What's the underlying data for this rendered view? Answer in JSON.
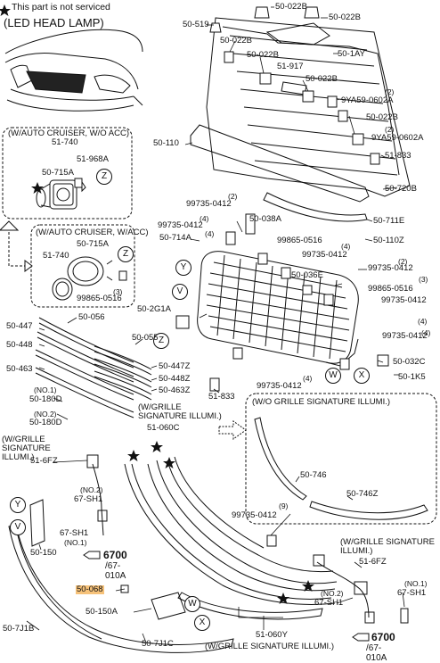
{
  "header": {
    "star_icon": "star-icon",
    "note": "This part is not serviced",
    "title": "(LED HEAD LAMP)"
  },
  "callout_letters": {
    "y": "Y",
    "v": "V",
    "z": "Z",
    "w": "W",
    "x": "X"
  },
  "reference": {
    "code": "6700",
    "sub": "/67-010A"
  },
  "highlighted_part": "50-068",
  "box_titles": {
    "acc_wo": "(W/AUTO CRUISER, W/O ACC)",
    "acc_w": "(W/AUTO CRUISER, W/ACC)",
    "wo_grille": "(W/O GRILLE SIGNATURE ILLUMI.)",
    "w_grille_left": "(W/GRILLE SIGNATURE ILLUMI.)",
    "w_grille_center": "(W/GRILLE SIGNATURE ILLUMI.)",
    "w_grille_right": "(W/GRILLE SIGNATURE ILLUMI.)",
    "w_grille_bottom": "(W/GRILLE SIGNATURE ILLUMI.)"
  },
  "qty": {
    "q2a": "(2)",
    "q2b": "(2)",
    "q4a": "(4)",
    "q4b": "(4)",
    "q2c": "(2)",
    "q4c": "(4)",
    "q3a": "(3)",
    "q2d": "(2)",
    "q4d": "(4)",
    "q4e": "(4)",
    "q4f": "(4)",
    "q3b": "(3)",
    "q9": "(9)",
    "no1a": "(NO.1)",
    "no2a": "(NO.2)",
    "no2b": "(NO.2)",
    "no1b": "(NO.1)",
    "no2c": "(NO.2)",
    "no1c": "(NO.1)"
  },
  "labels": {
    "p50_022b_a": "50-022B",
    "p50_022b_b": "50-022B",
    "p50_519": "50-519",
    "p50_022b_c": "50-022B",
    "p50_022b_d": "50-022B",
    "p50_1ay": "50-1AY",
    "p51_917": "51-917",
    "p50_022b_e": "50-022B",
    "p9ya59_a": "9YA59-0602A",
    "p50_022b_f": "50-022B",
    "p9ya59_b": "9YA59-0602A",
    "p50_110": "50-110",
    "p51_833_a": "51-833",
    "p50_720b": "50-720B",
    "p99735_a": "99735-0412",
    "p99735_b": "99735-0412",
    "p50_038a": "50-038A",
    "p50_711e": "50-711E",
    "p50_714a": "50-714A",
    "p99865_a": "99865-0516",
    "p50_110z": "50-110Z",
    "p99735_c": "99735-0412",
    "p99735_d": "99735-0412",
    "p50_036e": "50-036E",
    "p99865_b": "99865-0516",
    "p99735_e": "99735-0412",
    "p50_2g1a": "50-2G1A",
    "p99735_f": "99735-0412",
    "p50_032c": "50-032C",
    "p50_1k5": "50-1K5",
    "p99735_g": "99735-0412",
    "p51_833_b": "51-833",
    "p51_740_a": "51-740",
    "p51_968a": "51-968A",
    "p50_715a_a": "50-715A",
    "p50_715a_b": "50-715A",
    "p51_740_b": "51-740",
    "p99865_c": "99865-0516",
    "p50_447": "50-447",
    "p50_056": "50-056",
    "p50_448": "50-448",
    "p50_055": "50-055",
    "p50_463": "50-463",
    "p50_447z": "50-447Z",
    "p50_448z": "50-448Z",
    "p50_463z": "50-463Z",
    "p50_180d_a": "50-180D",
    "p50_180d_b": "50-180D",
    "p51_060c": "51-060C",
    "p51_6fz_a": "51-6FZ",
    "p50_746": "50-746",
    "p50_746z": "50-746Z",
    "p67_sh1_a": "67-SH1",
    "p67_sh1_b": "67-SH1",
    "p50_150": "50-150",
    "p99735_h": "99735-0412",
    "p51_6fz_b": "51-6FZ",
    "p67_sh1_c": "67-SH1",
    "p67_sh1_d": "67-SH1",
    "p50_150a": "50-150A",
    "p50_7j1b": "50-7J1B",
    "p50_7j1c": "50-7J1C",
    "p51_060y": "51-060Y"
  }
}
